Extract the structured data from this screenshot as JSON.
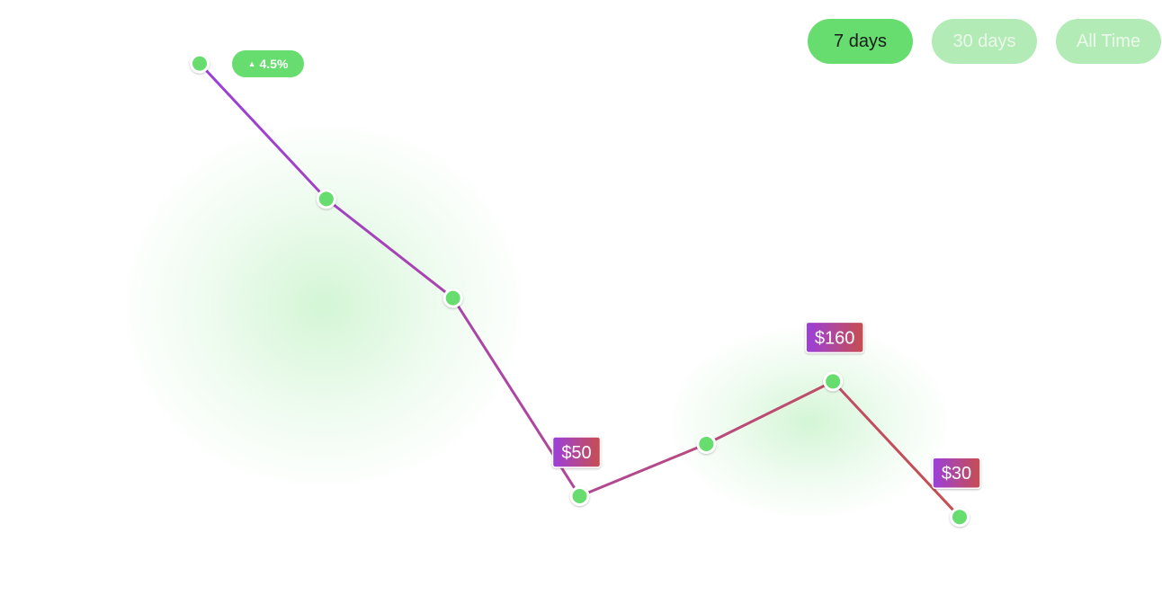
{
  "range_tabs": {
    "items": [
      {
        "label": "7 days",
        "active": true
      },
      {
        "label": "30 days",
        "active": false
      },
      {
        "label": "All Time",
        "active": false
      }
    ]
  },
  "change_badge": {
    "icon": "triangle-up-icon",
    "text": "4.5%"
  },
  "colors": {
    "accent_green": "#66dd6e",
    "tab_inactive_bg": "#b3ebb6",
    "line_start": "#9b3fdc",
    "line_end": "#c74f4f"
  },
  "chart_data": {
    "type": "line",
    "title": "",
    "xlabel": "",
    "ylabel": "",
    "ylim": [
      0,
      500
    ],
    "grid": false,
    "legend": "none",
    "x": [
      1,
      2,
      3,
      4,
      5,
      6,
      7
    ],
    "series": [
      {
        "values": [
          465,
          335,
          240,
          50,
          100,
          160,
          30
        ],
        "point_labels": [
          "",
          "",
          "",
          "$50",
          "",
          "$160",
          "$30"
        ]
      }
    ]
  }
}
